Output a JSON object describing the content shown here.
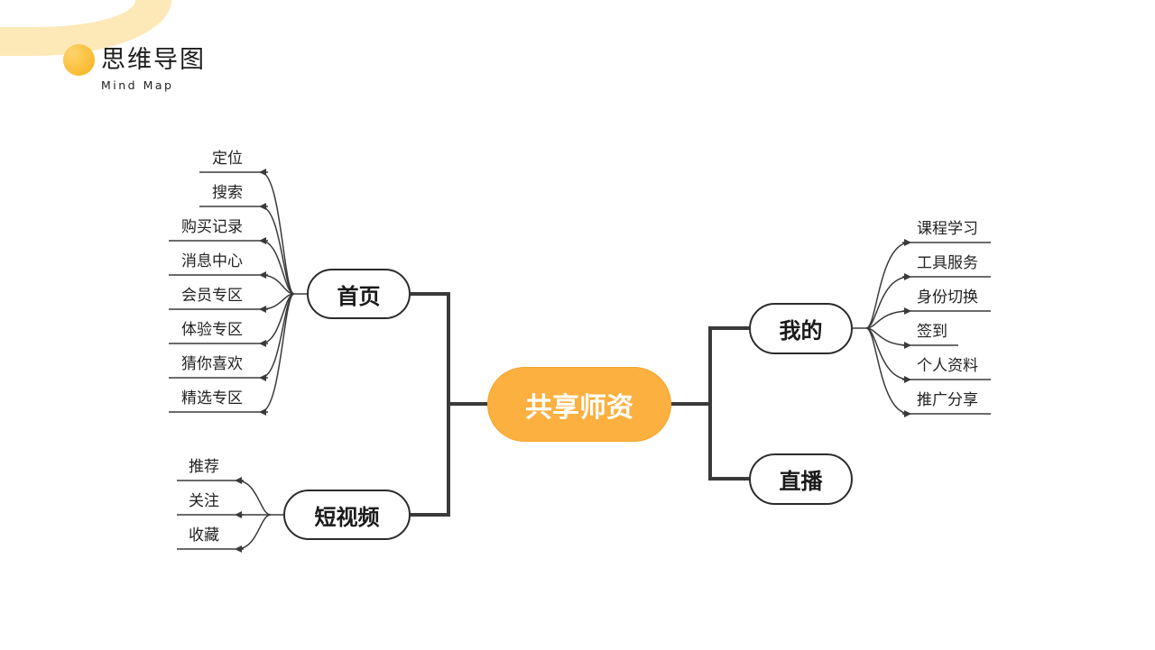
{
  "header": {
    "title": "思维导图",
    "subtitle": "Mind Map"
  },
  "colors": {
    "accent": "#fbb040",
    "line": "#3a3a3a",
    "deco": "#fde9b8"
  },
  "mindmap": {
    "root": "共享师资",
    "branches": [
      {
        "label": "首页",
        "children": [
          "定位",
          "搜索",
          "购买记录",
          "消息中心",
          "会员专区",
          "体验专区",
          "猜你喜欢",
          "精选专区"
        ]
      },
      {
        "label": "短视频",
        "children": [
          "推荐",
          "关注",
          "收藏"
        ]
      },
      {
        "label": "我的",
        "children": [
          "课程学习",
          "工具服务",
          "身份切换",
          "签到",
          "个人资料",
          "推广分享"
        ]
      },
      {
        "label": "直播",
        "children": []
      }
    ]
  }
}
